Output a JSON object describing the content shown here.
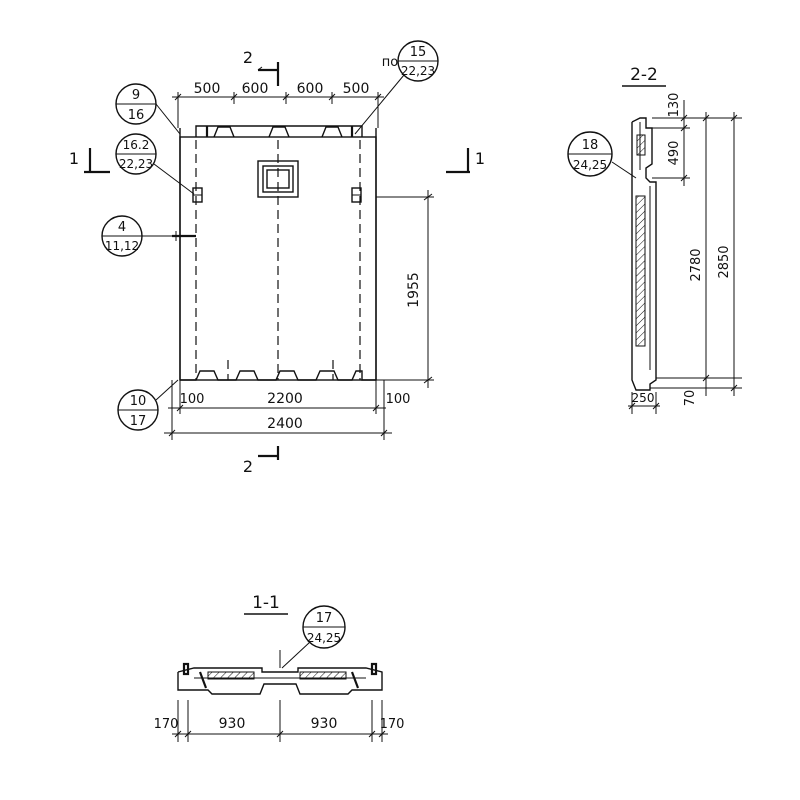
{
  "elevation": {
    "dims_top": [
      "500",
      "600",
      "600",
      "500"
    ],
    "dims_bottom": [
      "100",
      "2200",
      "100"
    ],
    "dim_total": "2400",
    "dim_right": "1955",
    "cut2_top": "2",
    "cut2_bottom": "2",
    "cut1_left": "1",
    "cut1_right": "1",
    "callout_po_prefix": "по",
    "callouts": {
      "c15": {
        "top": "15",
        "bottom": "22,23"
      },
      "c9": {
        "top": "9",
        "bottom": "16"
      },
      "c162": {
        "top": "16.2",
        "bottom": "22,23"
      },
      "c4": {
        "top": "4",
        "bottom": "11,12"
      },
      "c10": {
        "top": "10",
        "bottom": "17"
      }
    }
  },
  "section22": {
    "title": "2-2",
    "dims": [
      "130",
      "490",
      "2780",
      "2850",
      "70",
      "250"
    ],
    "callout": {
      "top": "18",
      "bottom": "24,25"
    }
  },
  "section11": {
    "title": "1-1",
    "dims": [
      "170",
      "930",
      "930",
      "170"
    ],
    "callout": {
      "top": "17",
      "bottom": "24,25"
    }
  }
}
